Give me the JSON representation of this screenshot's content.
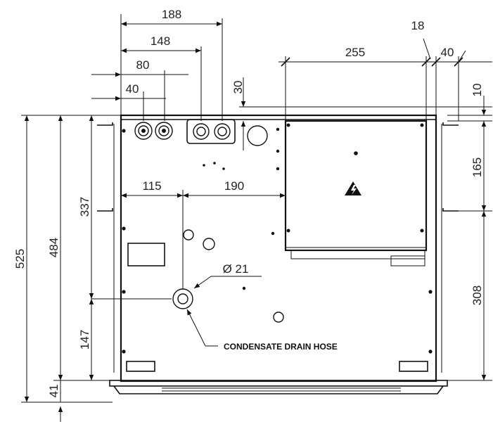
{
  "dimensions": {
    "top_188": "188",
    "top_148": "148",
    "top_80": "80",
    "top_40": "40",
    "top_30": "30",
    "top_255": "255",
    "top_18": "18",
    "top_40_right": "40",
    "right_10": "10",
    "right_165": "165",
    "right_308": "308",
    "left_525": "525",
    "left_484": "484",
    "left_337": "337",
    "left_147": "147",
    "left_41": "41",
    "mid_115": "115",
    "mid_190": "190",
    "diameter_21": "Ø 21"
  },
  "labels": {
    "condensate_drain_hose": "CONDENSATE DRAIN HOSE",
    "warning_symbol": "high-voltage-warning-icon"
  }
}
